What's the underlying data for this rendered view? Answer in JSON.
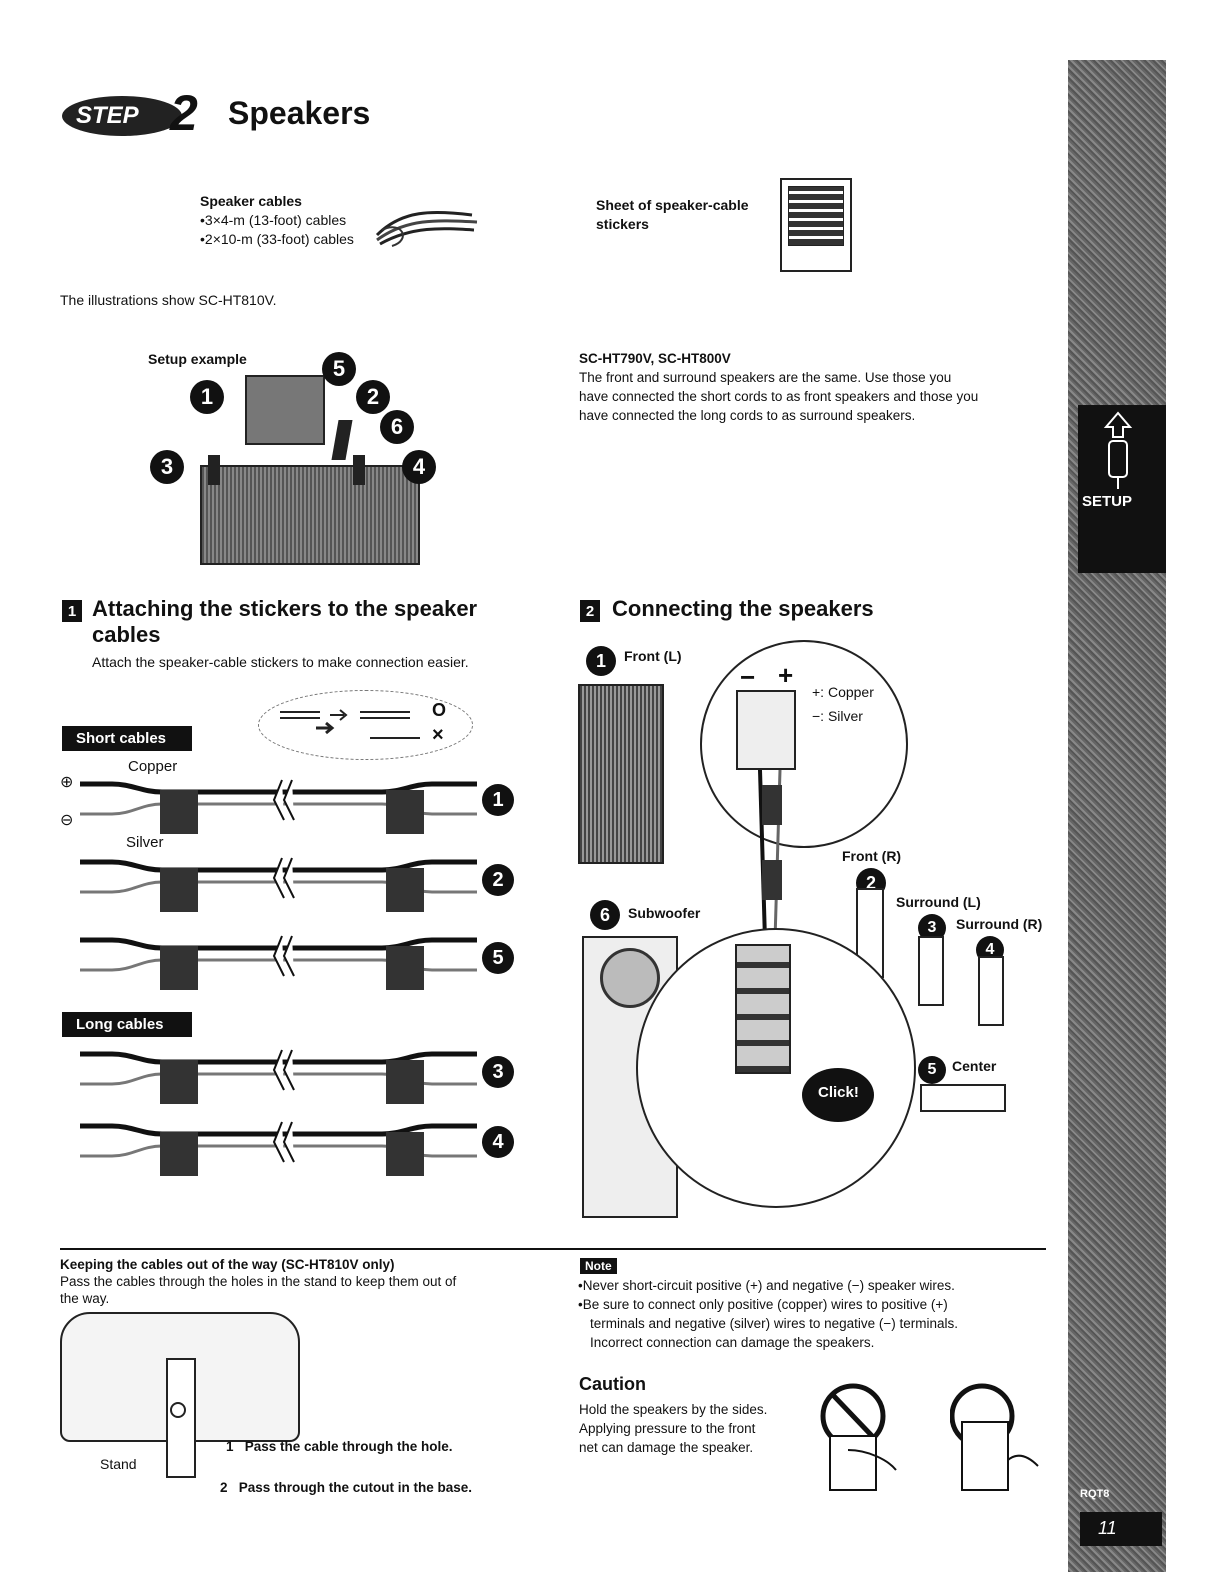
{
  "step_badge": "STEP",
  "step_num": "2",
  "title": "Speakers",
  "accessories": {
    "cables_title": "Speaker cables",
    "cables_items": [
      "•3×4-m (13-foot) cables",
      "•2×10-m (33-foot) cables"
    ],
    "stickers_title_line1": "Sheet of speaker-cable",
    "stickers_title_line2": "stickers"
  },
  "illus_note": "The illustrations show SC-HT810V.",
  "setup_example": {
    "label": "Setup example",
    "markers": [
      "1",
      "5",
      "2",
      "6",
      "3",
      "4"
    ]
  },
  "model_note": {
    "heading": "SC-HT790V, SC-HT800V",
    "lines": [
      "The front and surround speakers are the same. Use those you",
      "have connected the short cords to as front speakers and those you",
      "have connected the long cords to as surround speakers."
    ]
  },
  "side_tab": {
    "label": "SETUP",
    "page_code": "RQT8",
    "page_number": "11"
  },
  "section1": {
    "num": "1",
    "title_line1": "Attaching the stickers to the speaker",
    "title_line2": "cables",
    "desc": "Attach the speaker-cable stickers to make connection easier.",
    "short_cables": "Short cables",
    "long_cables": "Long cables",
    "copper": "Copper",
    "silver": "Silver",
    "plus": "⊕",
    "minus": "⊖",
    "ok_mark": "O",
    "ng_mark": "×",
    "rows": [
      "1",
      "2",
      "5",
      "3",
      "4"
    ]
  },
  "section2": {
    "num": "2",
    "title": "Connecting the speakers",
    "front_l": "Front (L)",
    "front_r": "Front (R)",
    "surround_l": "Surround (L)",
    "surround_r": "Surround (R)",
    "subwoofer": "Subwoofer",
    "center": "Center",
    "click": "Click!",
    "minus_sign": "−",
    "plus_sign": "+",
    "plus_copper": "+: Copper",
    "minus_silver": "−: Silver",
    "nums": {
      "fl": "1",
      "fr": "2",
      "sl": "3",
      "sr": "4",
      "c": "5",
      "sw": "6"
    }
  },
  "keeping": {
    "heading": "Keeping the cables out of the way (SC-HT810V only)",
    "lines": [
      "Pass the cables through the holes in the stand to keep them out of",
      "the way."
    ],
    "step1": "1   Pass the cable through the hole.",
    "step2": "2   Pass through the cutout in the base.",
    "stand": "Stand"
  },
  "note": {
    "label": "Note",
    "items": [
      "•Never short-circuit positive (+) and negative (−) speaker wires.",
      "•Be sure to connect only positive (copper) wires to positive (+)",
      "terminals and negative (silver) wires to negative (−) terminals.",
      "Incorrect connection can damage the speakers."
    ]
  },
  "caution": {
    "heading": "Caution",
    "lines": [
      "Hold the speakers by the sides.",
      "Applying pressure to the front",
      "net can damage the speaker."
    ]
  }
}
